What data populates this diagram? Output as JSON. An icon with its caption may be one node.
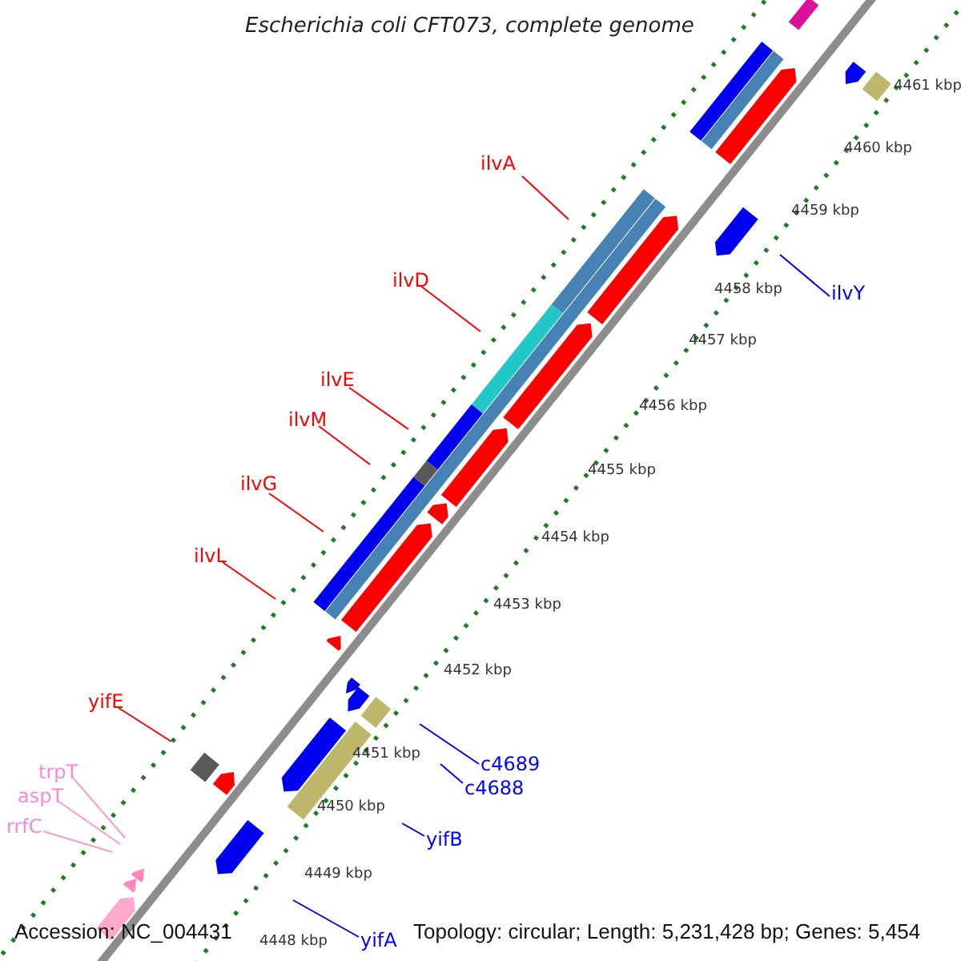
{
  "diagram": {
    "title": "Escherichia coli CFT073, complete genome",
    "nodes": [
      {
        "text": [
          "ilvA"
        ]
      },
      {
        "text": [
          "ilvD"
        ]
      },
      {
        "text": [
          "ilvE"
        ]
      },
      {
        "text": [
          "ilvM"
        ]
      },
      {
        "text": [
          "ilvG"
        ]
      },
      {
        "text": [
          "ilvL"
        ]
      },
      {
        "text": [
          "yifE"
        ]
      },
      {
        "text": [
          "trpT"
        ]
      },
      {
        "text": [
          "aspT"
        ]
      },
      {
        "text": [
          "rrfC"
        ]
      },
      {
        "text": [
          "ilvY"
        ]
      },
      {
        "text": [
          "c4689"
        ]
      },
      {
        "text": [
          "c4688"
        ]
      },
      {
        "text": [
          "yifB"
        ]
      },
      {
        "text": [
          "yifA"
        ]
      }
    ],
    "edges": [
      {
        "from": 0,
        "to": null,
        "arrow": "none",
        "color": "#ff0000"
      },
      {
        "from": 1,
        "to": null,
        "arrow": "none",
        "color": "#ff0000"
      },
      {
        "from": 2,
        "to": null,
        "arrow": "none",
        "color": "#ff0000"
      },
      {
        "from": 3,
        "to": null,
        "arrow": "none",
        "color": "#ff0000"
      },
      {
        "from": 4,
        "to": null,
        "arrow": "none",
        "color": "#ff0000"
      },
      {
        "from": 5,
        "to": null,
        "arrow": "none",
        "color": "#ff0000"
      },
      {
        "from": 6,
        "to": null,
        "arrow": "none",
        "color": "#ff0000"
      },
      {
        "from": 7,
        "to": null,
        "arrow": "none",
        "color": "#ff99cc"
      },
      {
        "from": 8,
        "to": null,
        "arrow": "none",
        "color": "#ff99cc"
      },
      {
        "from": 9,
        "to": null,
        "arrow": "none",
        "color": "#ff99cc"
      },
      {
        "from": 10,
        "to": null,
        "arrow": "none",
        "color": "#0000ff"
      },
      {
        "from": 11,
        "to": null,
        "arrow": "none",
        "color": "#0000ff"
      },
      {
        "from": 12,
        "to": null,
        "arrow": "none",
        "color": "#0000ff"
      },
      {
        "from": 13,
        "to": null,
        "arrow": "none",
        "color": "#0000ff"
      },
      {
        "from": 14,
        "to": null,
        "arrow": "none",
        "color": "#0000ff"
      }
    ],
    "labels": [
      "4461 kbp",
      "4460 kbp",
      "4459 kbp",
      "4458 kbp",
      "4457 kbp",
      "4456 kbp",
      "4455 kbp",
      "4454 kbp",
      "4453 kbp",
      "4452 kbp",
      "4451 kbp",
      "4450 kbp",
      "4449 kbp",
      "4448 kbp",
      "Accession: NC_004431",
      "Topology: circular; Length: 5,231,428 bp; Genes: 5,454"
    ]
  }
}
